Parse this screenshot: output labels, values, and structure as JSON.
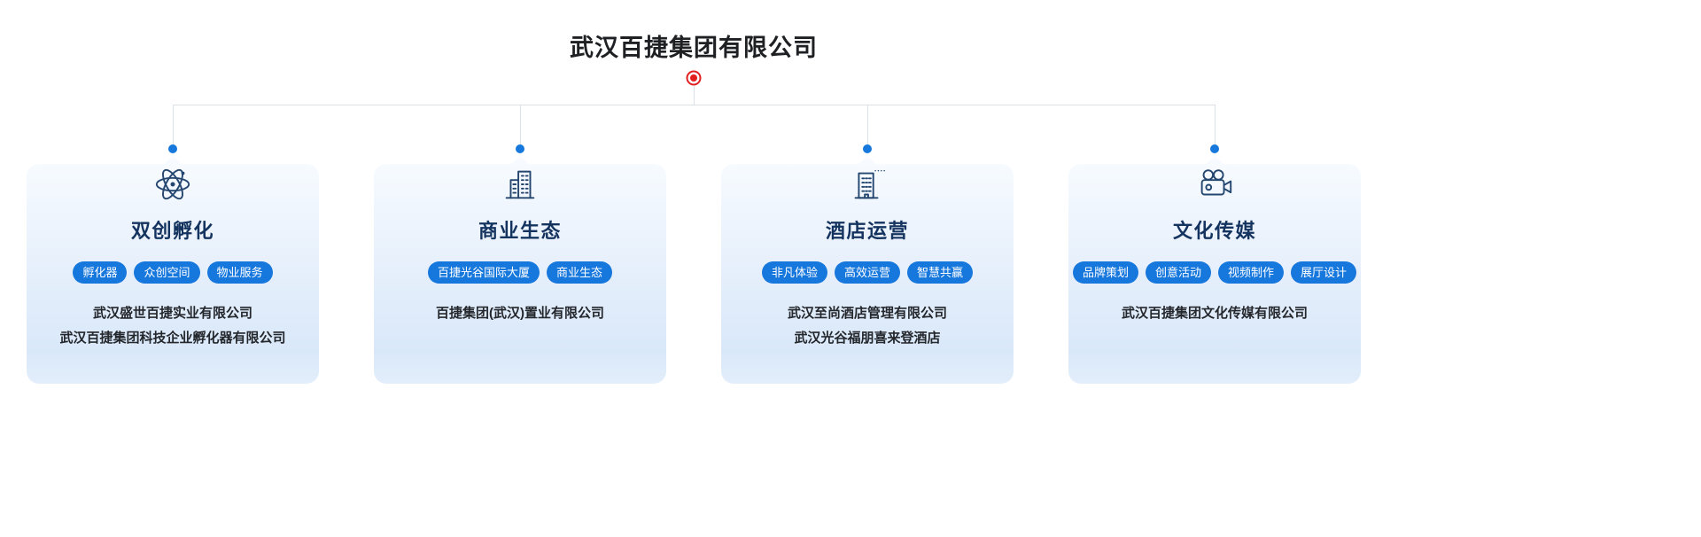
{
  "page": {
    "title": "武汉百捷集团有限公司"
  },
  "colors": {
    "accent_blue": "#1677DD",
    "root_red": "#E21F1F",
    "title_navy": "#14335F",
    "line_gray": "#DCE1E8"
  },
  "cards": [
    {
      "icon": "atom-icon",
      "title": "双创孵化",
      "tags": [
        "孵化器",
        "众创空间",
        "物业服务"
      ],
      "companies": [
        "武汉盛世百捷实业有限公司",
        "武汉百捷集团科技企业孵化器有限公司"
      ]
    },
    {
      "icon": "buildings-icon",
      "title": "商业生态",
      "tags": [
        "百捷光谷国际大厦",
        "商业生态"
      ],
      "companies": [
        "百捷集团(武汉)置业有限公司"
      ]
    },
    {
      "icon": "hotel-building-icon",
      "title": "酒店运营",
      "tags": [
        "非凡体验",
        "高效运营",
        "智慧共赢"
      ],
      "companies": [
        "武汉至尚酒店管理有限公司",
        "武汉光谷福朋喜来登酒店"
      ]
    },
    {
      "icon": "video-camera-icon",
      "title": "文化传媒",
      "tags": [
        "品牌策划",
        "创意活动",
        "视频制作",
        "展厅设计"
      ],
      "companies": [
        "武汉百捷集团文化传媒有限公司"
      ]
    }
  ]
}
